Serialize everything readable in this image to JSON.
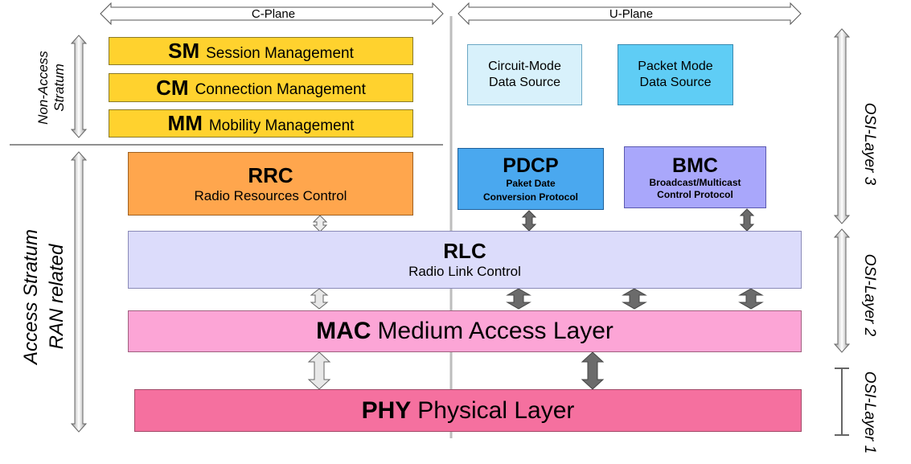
{
  "planes": {
    "c_plane": "C-Plane",
    "u_plane": "U-Plane"
  },
  "strata": {
    "non_access_line1": "Non-Access",
    "non_access_line2": "Stratum",
    "access_line1": "Access Stratum",
    "access_line2": "RAN related"
  },
  "osi": {
    "layer3": "OSI-Layer 3",
    "layer2": "OSI-Layer 2",
    "layer1": "OSI-Layer 1"
  },
  "nas": {
    "sm_abbr": "SM",
    "sm_full": "Session Management",
    "cm_abbr": "CM",
    "cm_full": "Connection Management",
    "mm_abbr": "MM",
    "mm_full": "Mobility Management"
  },
  "sources": {
    "circuit_line1": "Circuit-Mode",
    "circuit_line2": "Data Source",
    "packet_line1": "Packet Mode",
    "packet_line2": "Data Source"
  },
  "rrc": {
    "abbr": "RRC",
    "full": "Radio Resources Control"
  },
  "pdcp": {
    "abbr": "PDCP",
    "line1": "Paket Date",
    "line2": "Conversion Protocol"
  },
  "bmc": {
    "abbr": "BMC",
    "line1": "Broadcast/Multicast",
    "line2": "Control Protocol"
  },
  "rlc": {
    "abbr": "RLC",
    "full": "Radio Link Control"
  },
  "mac": {
    "abbr": "MAC",
    "full": "Medium Access Layer"
  },
  "phy": {
    "abbr": "PHY",
    "full": "Physical Layer"
  },
  "colors": {
    "nas": "#ffd22e",
    "circuit_source": "#d8f1fb",
    "packet_source": "#5fcdf5",
    "rrc": "#ffa64d",
    "pdcp": "#4aa8ef",
    "bmc": "#a9a7fb",
    "rlc": "#dcdcfb",
    "mac": "#fca5d6",
    "phy": "#f5709f"
  }
}
